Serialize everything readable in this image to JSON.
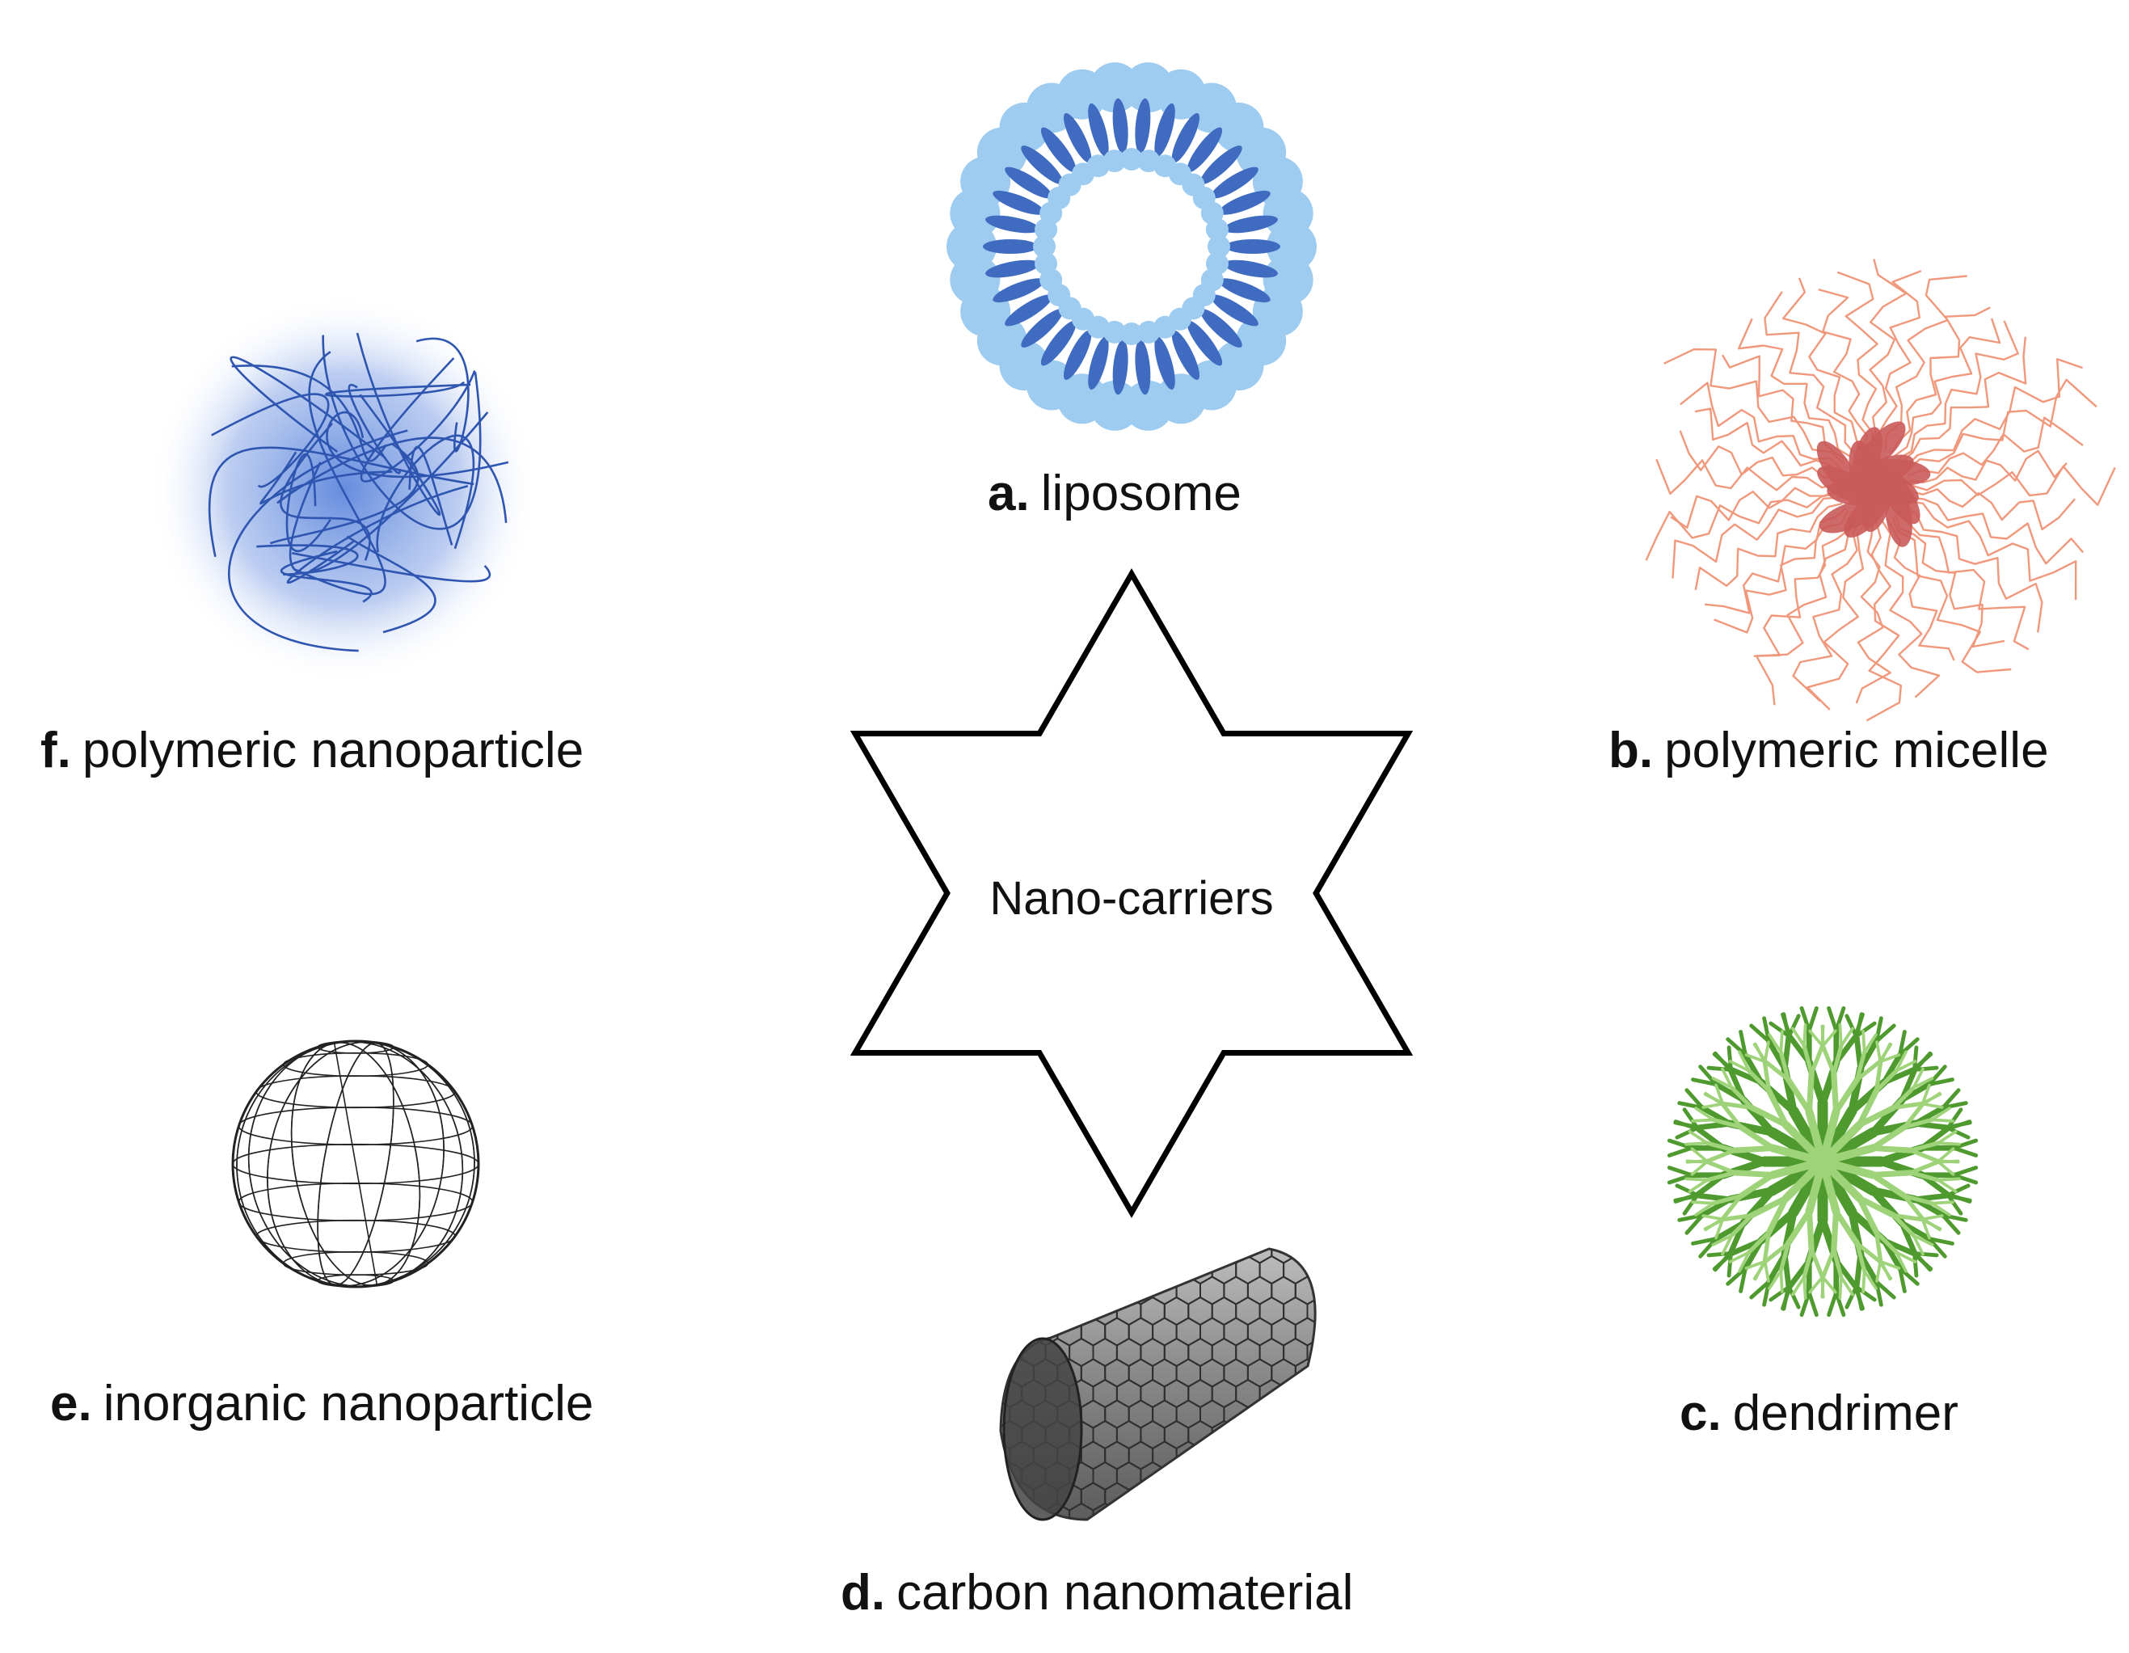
{
  "center": {
    "text": "Nano-carriers"
  },
  "carriers": [
    {
      "letter": "a.",
      "name": "liposome",
      "colors": {
        "head": "#9ecbf0",
        "tail": "#3f6cc0"
      }
    },
    {
      "letter": "b.",
      "name": "polymeric micelle",
      "colors": {
        "core": "#c95a5a",
        "chain": "#f0987c"
      }
    },
    {
      "letter": "c.",
      "name": "dendrimer",
      "colors": {
        "dark": "#4f9a2e",
        "light": "#9fd37a"
      }
    },
    {
      "letter": "d.",
      "name": "carbon nanomaterial",
      "colors": {
        "body": "#9a9a9a",
        "end": "#444444"
      }
    },
    {
      "letter": "e.",
      "name": "inorganic nanoparticle",
      "colors": {
        "line": "#222222"
      }
    },
    {
      "letter": "f.",
      "name": "polymeric nanoparticle",
      "colors": {
        "line": "#2e55b0",
        "glow": "#4a78d8"
      }
    }
  ]
}
